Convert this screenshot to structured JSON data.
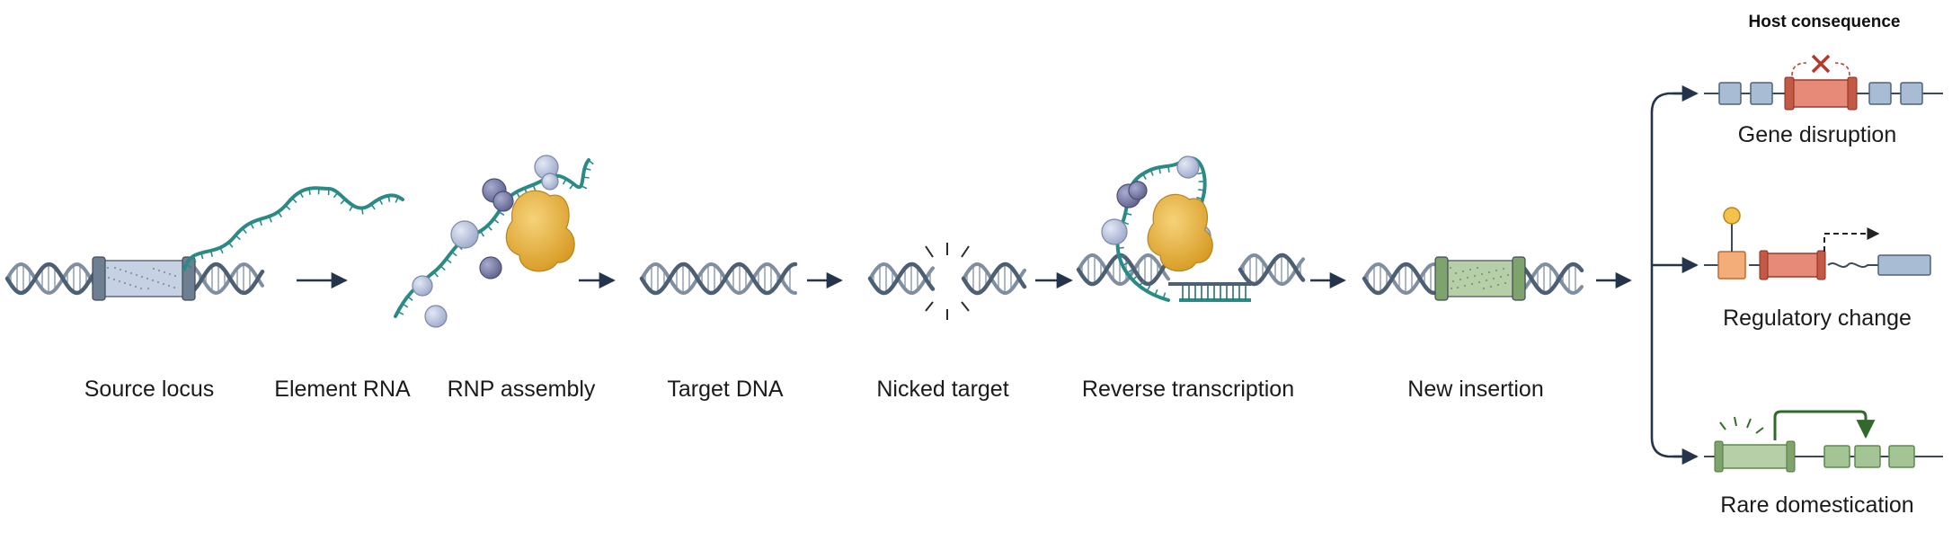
{
  "header": "Host consequence",
  "steps": [
    {
      "label": "Source locus"
    },
    {
      "label": "Element RNA"
    },
    {
      "label": "RNP assembly"
    },
    {
      "label": "Target DNA"
    },
    {
      "label": "Nicked target"
    },
    {
      "label": "Reverse transcription"
    },
    {
      "label": "New insertion"
    }
  ],
  "outcomes": [
    {
      "label": "Gene disruption"
    },
    {
      "label": "Regulatory change"
    },
    {
      "label": "Rare domestication"
    }
  ],
  "colors": {
    "dna": "#4d5f73",
    "rna": "#2a8a86",
    "protein": "#e2ad35",
    "subunit": "#b9c4dc",
    "subunit_dark": "#7a7fa8",
    "element_source": "#c6d2e3",
    "element_new": "#b6cfa6",
    "exon": "#a8bcd4",
    "disrupted": "#e88a78",
    "mark": "#b63a2a",
    "promoter": "#f2ad78",
    "activation": "#2f6a2a",
    "arrow": "#24344a"
  },
  "icons": [
    "disruption-x-icon",
    "enhancer-lollipop-icon",
    "expression-arrow-icon",
    "activity-burst-icon"
  ]
}
